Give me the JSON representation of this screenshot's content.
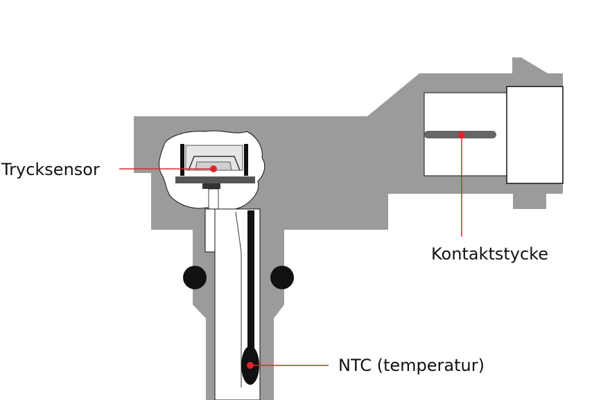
{
  "labels": {
    "pressure_sensor": "Trycksensor",
    "contact_piece": "Kontaktstycke",
    "ntc": "NTC (temperatur)"
  },
  "colors": {
    "housing": "#9b9b9b",
    "outline": "#111111",
    "marker": "#e0242b",
    "background": "#ffffff"
  }
}
